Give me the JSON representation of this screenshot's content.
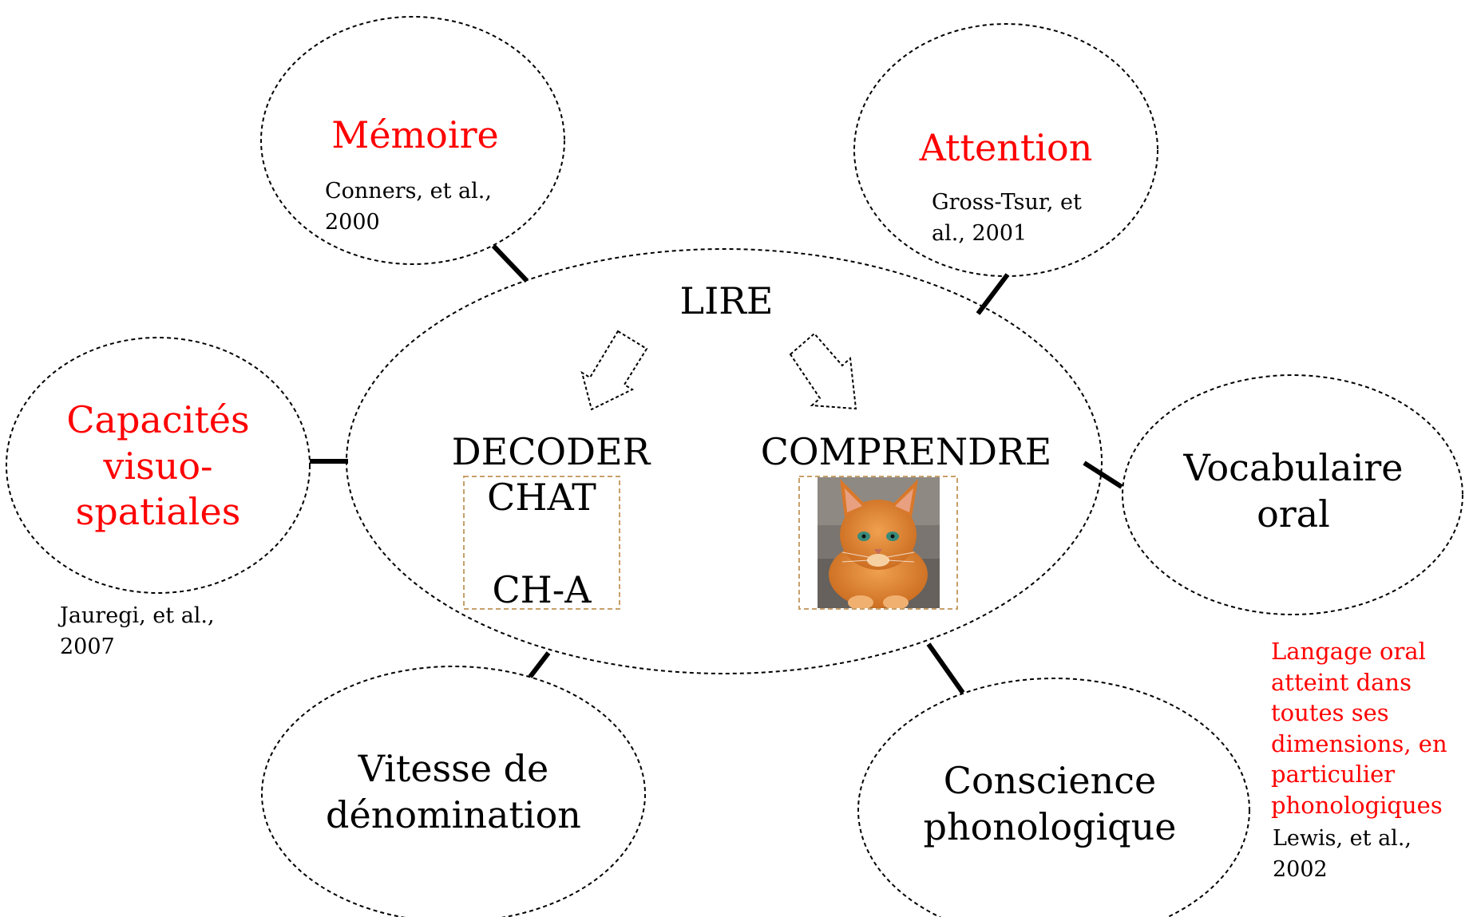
{
  "center": {
    "title": "LIRE",
    "left_heading": "DECODER",
    "right_heading": "COMPRENDRE",
    "decode_word": "CHAT",
    "decode_split": "CH-A",
    "image_icon": "orange-kitten-photo"
  },
  "nodes": {
    "memoire": {
      "label": "Mémoire",
      "ref_line1": "Conners, et al.,",
      "ref_line2": "2000"
    },
    "attention": {
      "label": "Attention",
      "ref_line1": "Gross-Tsur, et",
      "ref_line2": "al., 2001"
    },
    "visuo": {
      "line1": "Capacités",
      "line2": "visuo-",
      "line3": "spatiales",
      "ref_line1": "Jauregi, et al.,",
      "ref_line2": "2007"
    },
    "vocabulaire": {
      "line1": "Vocabulaire",
      "line2": "oral"
    },
    "vitesse": {
      "line1": "Vitesse de",
      "line2": "dénomination"
    },
    "conscience": {
      "line1": "Conscience",
      "line2": "phonologique"
    }
  },
  "side_note": {
    "lines": [
      "Langage oral",
      "atteint dans",
      "toutes ses",
      "dimensions, en",
      "particulier",
      "phonologiques"
    ],
    "ref_line1": "Lewis, et al.,",
    "ref_line2": "2002"
  },
  "colors": {
    "highlight": "#ff0000",
    "text": "#000000",
    "box_border": "#c8a06a"
  }
}
